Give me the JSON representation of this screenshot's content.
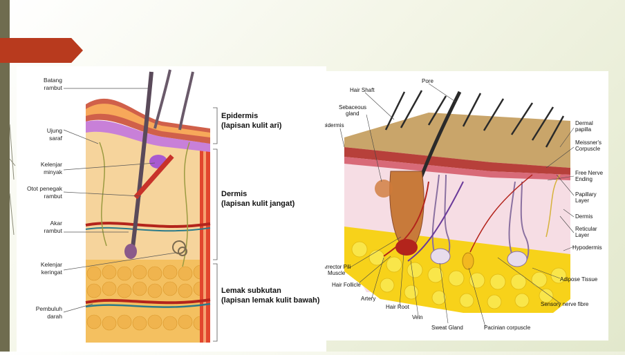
{
  "left_diagram": {
    "labels": {
      "batang_rambut": [
        "Batang",
        "rambut"
      ],
      "ujung_saraf": [
        "Ujung",
        "saraf"
      ],
      "kelenjar_minyak": [
        "Kelenjar",
        "minyak"
      ],
      "otot_penegak_rambut": [
        "Otot penegak",
        "rambut"
      ],
      "akar_rambut": [
        "Akar",
        "rambut"
      ],
      "kelenjar_keringat": [
        "Kelenjar",
        "keringat"
      ],
      "pembuluh_darah": [
        "Pembuluh",
        "darah"
      ]
    },
    "layers": {
      "epidermis": [
        "Epidermis",
        "(lapisan kulit ari)"
      ],
      "dermis": [
        "Dermis",
        "(lapisan kulit jangat)"
      ],
      "subkutan": [
        "Lemak subkutan",
        "(lapisan lemak kulit bawah)"
      ]
    }
  },
  "right_diagram": {
    "labels": {
      "pore": "Pore",
      "hair_shaft": "Hair Shaft",
      "sebaceous_gland": [
        "Sebaceous",
        "gland"
      ],
      "epidermis": "Epidermis",
      "dermal_papilla": [
        "Dermal",
        "papilla"
      ],
      "meissners_corpuscle": [
        "Meissner's",
        "Corpuscle"
      ],
      "free_nerve_ending": [
        "Free Nerve",
        "Ending"
      ],
      "papillary_layer": [
        "Papillary",
        "Layer"
      ],
      "dermis": "Dermis",
      "reticular_layer": [
        "Reticular",
        "Layer"
      ],
      "hypodermis": "Hypodermis",
      "adipose_tissue": "Adipose Tissue",
      "sensory_nerve_fibre": "Sensory nerve fibre",
      "arrector_pili_muscle": [
        "Arrector Pili",
        "Muscle"
      ],
      "hair_follicle": "Hair Follicle",
      "artery": "Artery",
      "hair_root": "Hair Root",
      "vein": "Vein",
      "sweat_gland": "Sweat Gland",
      "pacinian_corpuscle": "Pacinian corpuscle"
    }
  },
  "colors": {
    "accent_arrow": "#b83a1e",
    "sidebar": "#6f6c4f"
  }
}
